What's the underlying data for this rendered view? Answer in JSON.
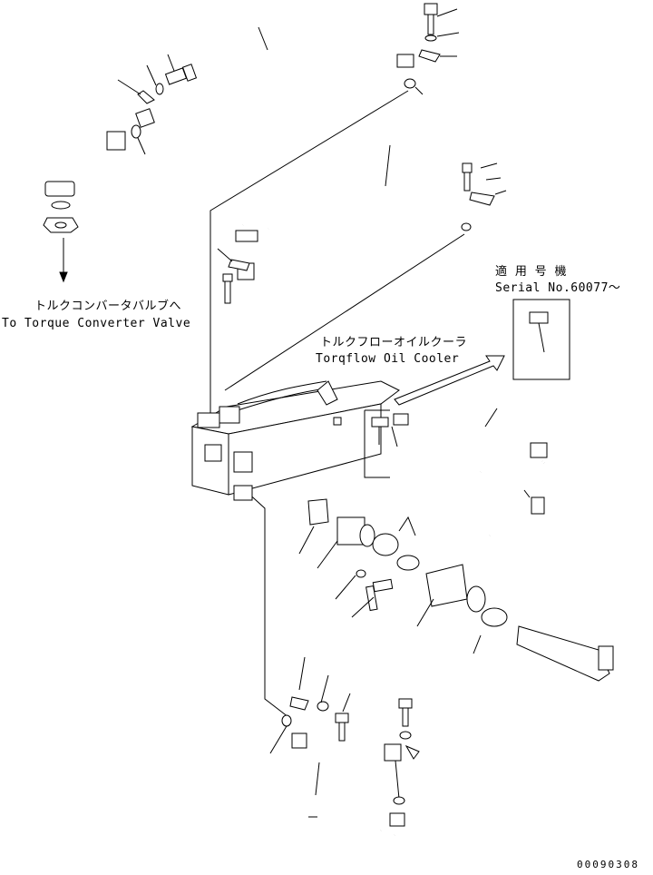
{
  "labels": {
    "converter_jp": "トルクコンバータバルブへ",
    "converter_en": "To Torque Converter Valve",
    "cooler_jp": "トルクフローオイルクーラ",
    "cooler_en": "Torqflow Oil Cooler",
    "serial_jp": "適 用 号 機",
    "serial_en": "Serial No.60077～",
    "drawing_number": "00090308"
  }
}
